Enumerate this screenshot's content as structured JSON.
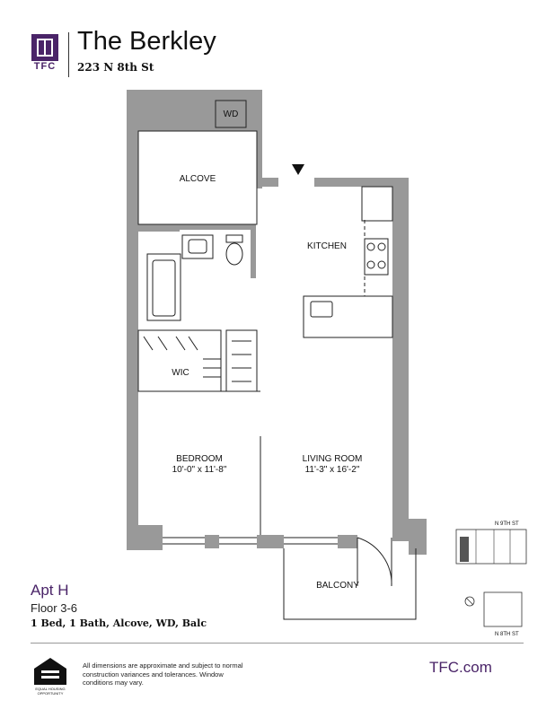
{
  "brand": {
    "logo_text": "TFC",
    "logo_color": "#4a2468",
    "building_name": "The Berkley",
    "address": "223 N 8th St"
  },
  "plan": {
    "wall_color": "#999999",
    "rooms": {
      "wd": "WD",
      "alcove": "ALCOVE",
      "kitchen": "KITCHEN",
      "wic": "WIC",
      "bedroom": "BEDROOM",
      "bedroom_dims": "10'-0\" x 11'-8\"",
      "living_room": "LIVING ROOM",
      "living_room_dims": "11'-3\" x 16'-2\"",
      "balcony": "BALCONY"
    }
  },
  "keyplan": {
    "street_north": "N 9TH ST",
    "street_south": "N 8TH ST"
  },
  "unit": {
    "apt": "Apt H",
    "floor": "Floor 3-6",
    "specs": "1 Bed, 1 Bath, Alcove, WD, Balc"
  },
  "footer": {
    "equal_housing_text": "EQUAL HOUSING OPPORTUNITY",
    "disclaimer": "All dimensions are approximate and subject to normal construction variances and tolerances. Window conditions may vary.",
    "website": "TFC.com"
  }
}
